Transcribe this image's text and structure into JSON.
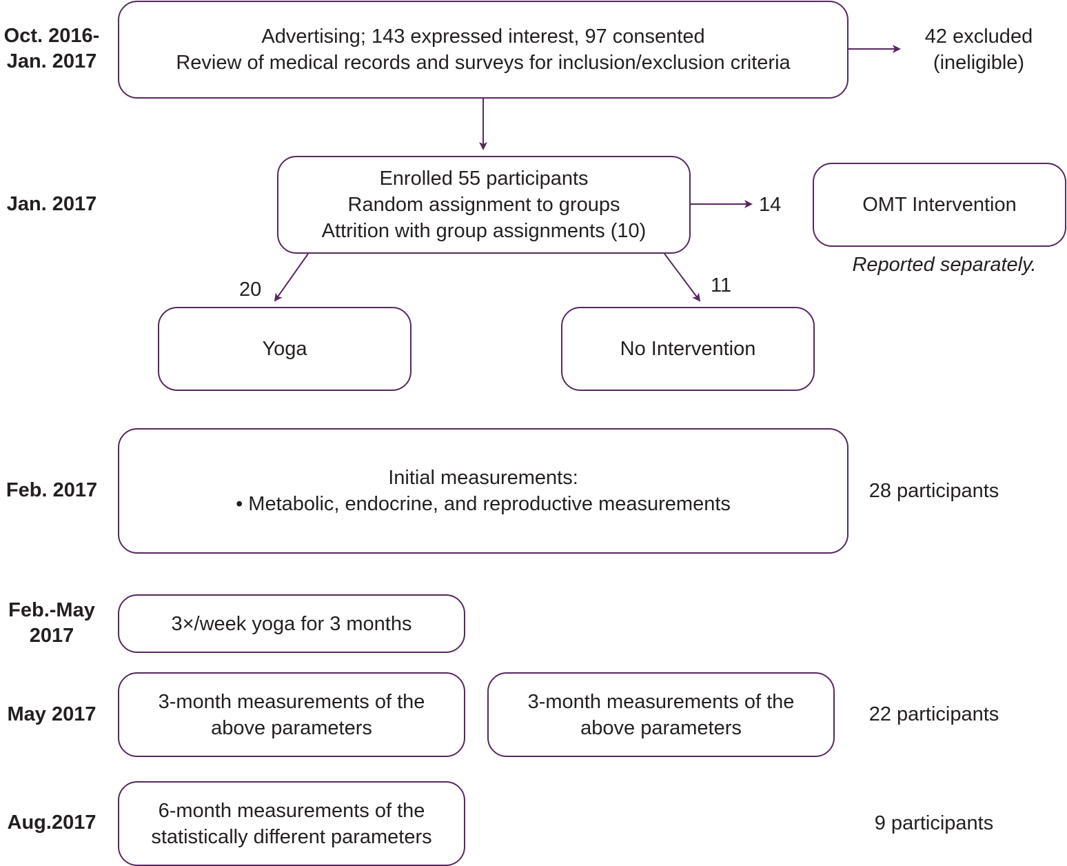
{
  "colors": {
    "accent": "#55285f",
    "text": "#231f20"
  },
  "dates": {
    "screening": "Oct. 2016-\nJan. 2017",
    "enrollment": "Jan. 2017",
    "initial": "Feb. 2017",
    "intervention": "Feb.-May\n2017",
    "three_month": "May 2017",
    "six_month": "Aug.2017"
  },
  "boxes": {
    "screening": {
      "line1": "Advertising; 143 expressed interest, 97 consented",
      "line2": "Review of medical records and surveys for inclusion/exclusion criteria"
    },
    "enrollment": {
      "line1": "Enrolled 55 participants",
      "line2": "Random assignment to groups",
      "line3": "Attrition with group assignments (10)"
    },
    "omt": "OMT Intervention",
    "yoga": "Yoga",
    "no_intervention": "No Intervention",
    "initial": {
      "line1": "Initial measurements:",
      "line2": "• Metabolic, endocrine, and reproductive measurements"
    },
    "yoga_program": "3×/week yoga for 3 months",
    "three_month_yoga": {
      "line1": "3-month measurements of the",
      "line2": "above parameters"
    },
    "three_month_control": {
      "line1": "3-month measurements of the",
      "line2": "above parameters"
    },
    "six_month": {
      "line1": "6-month measurements of the",
      "line2": "statistically different parameters"
    }
  },
  "side_notes": {
    "excluded": {
      "line1": "42 excluded",
      "line2": "(ineligible)"
    },
    "omt_note": "Reported separately.",
    "initial_count": "28 participants",
    "three_month_count": "22 participants",
    "six_month_count": "9 participants"
  },
  "arrow_labels": {
    "omt": "14",
    "yoga": "20",
    "no_intervention": "11"
  }
}
